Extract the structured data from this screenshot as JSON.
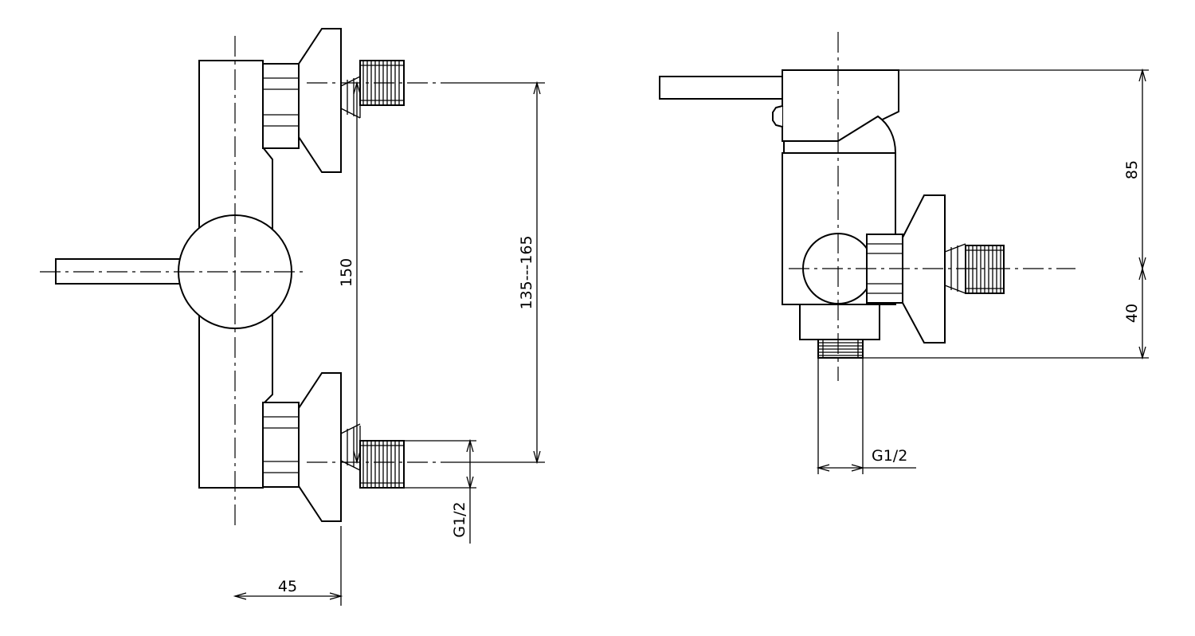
{
  "front_view": {
    "dim_inlet_spacing": "150",
    "dim_adjustable_spacing": "135---165",
    "dim_thread": "G1/2",
    "dim_width": "45"
  },
  "side_view": {
    "dim_upper_height": "85",
    "dim_lower_height": "40",
    "dim_outlet_thread": "G1/2"
  },
  "colors": {
    "line": "#000000",
    "background": "#ffffff"
  }
}
